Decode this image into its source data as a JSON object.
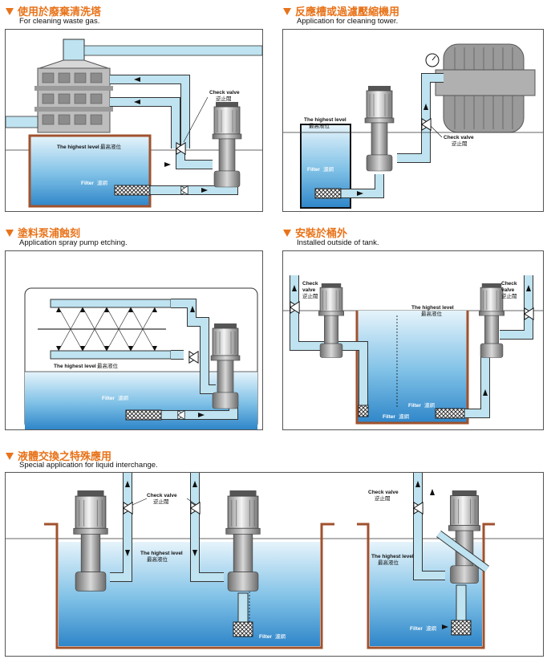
{
  "sections": [
    {
      "title_zh": "使用於廢棄清洗塔",
      "title_en": "For cleaning waste gas.",
      "labels": {
        "check_valve": "Check valve",
        "check_valve_zh": "逆止閥",
        "highest": "The highest level",
        "highest_zh": "最高液位",
        "filter": "Filter",
        "filter_zh": "濾網"
      }
    },
    {
      "title_zh": "反應槽或過濾壓縮機用",
      "title_en": "Application for cleaning tower.",
      "labels": {
        "check_valve": "Check valve",
        "check_valve_zh": "逆止閥",
        "highest": "The highest level",
        "highest_zh": "最高液位",
        "filter": "Filter",
        "filter_zh": "濾網"
      }
    },
    {
      "title_zh": "塗料泵浦蝕刻",
      "title_en": "Application spray pump etching.",
      "labels": {
        "highest": "The highest level",
        "highest_zh": "最高液位",
        "filter": "Filter",
        "filter_zh": "濾網"
      }
    },
    {
      "title_zh": "安裝於桶外",
      "title_en": "Installed outside of tank.",
      "labels": {
        "check_left_1": "Check",
        "check_left_2": "valve",
        "check_left_zh": "逆止閥",
        "check_right_1": "Check",
        "check_right_2": "valve",
        "check_right_zh": "逆止閥",
        "highest": "The highest level",
        "highest_zh": "最高液位",
        "filter_a": "Filter",
        "filter_a_zh": "濾網",
        "filter_b": "Filter",
        "filter_b_zh": "濾網"
      }
    },
    {
      "title_zh": "液體交換之特殊應用",
      "title_en": "Special application for liquid interchange.",
      "labels": {
        "check_a": "Check valve",
        "check_a_zh": "逆止閥",
        "highest_a": "The highest level",
        "highest_a_zh": "最高液位",
        "filter_a": "Filter",
        "filter_a_zh": "濾網",
        "check_b": "Check valve",
        "check_b_zh": "逆止閥",
        "highest_b": "The highest level",
        "highest_b_zh": "最高液位",
        "filter_b": "Filter",
        "filter_b_zh": "濾網"
      }
    }
  ],
  "colors": {
    "accent": "#e8731a",
    "pipe": "#bfe3f0",
    "pipe_stroke": "#3a3a3a",
    "water_top": "#d8eef8",
    "water_bottom": "#2f86c9",
    "tank_border": "#a0522d"
  },
  "icons": [
    "chevron-down-icon",
    "pump-icon",
    "check-valve-icon",
    "filter-icon",
    "pressure-gauge-icon"
  ]
}
